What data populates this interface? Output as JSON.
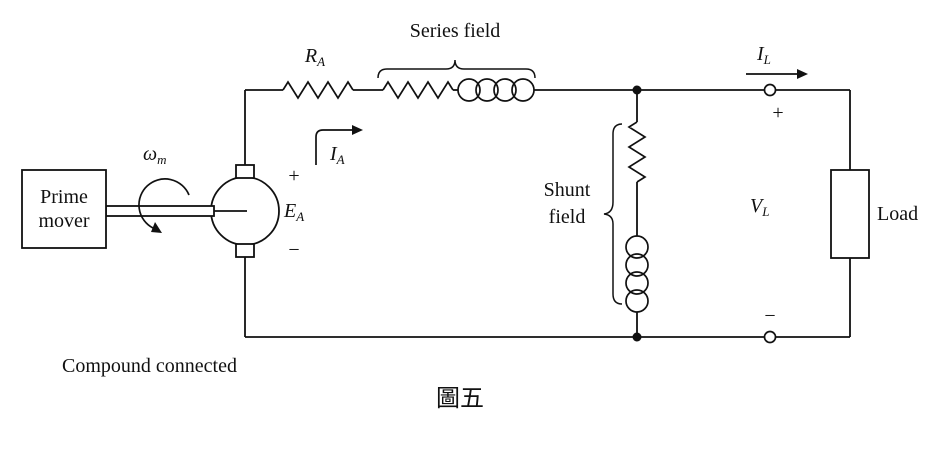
{
  "figure": {
    "subcaption": "Compound connected",
    "caption": "圖五"
  },
  "prime_mover": {
    "line1": "Prime",
    "line2": "mover"
  },
  "generator": {
    "omega": "ω",
    "omega_sub": "m",
    "ea": "E",
    "ea_sub": "A",
    "plus": "+",
    "minus": "−"
  },
  "armature": {
    "ra": "R",
    "ra_sub": "A",
    "ia": "I",
    "ia_sub": "A"
  },
  "series_field": {
    "label": "Series field"
  },
  "shunt_field": {
    "line1": "Shunt",
    "line2": "field"
  },
  "output": {
    "il": "I",
    "il_sub": "L",
    "plus": "+",
    "minus": "−",
    "vl": "V",
    "vl_sub": "L",
    "load": "Load"
  },
  "colors": {
    "ink": "#111111",
    "background": "#ffffff"
  }
}
